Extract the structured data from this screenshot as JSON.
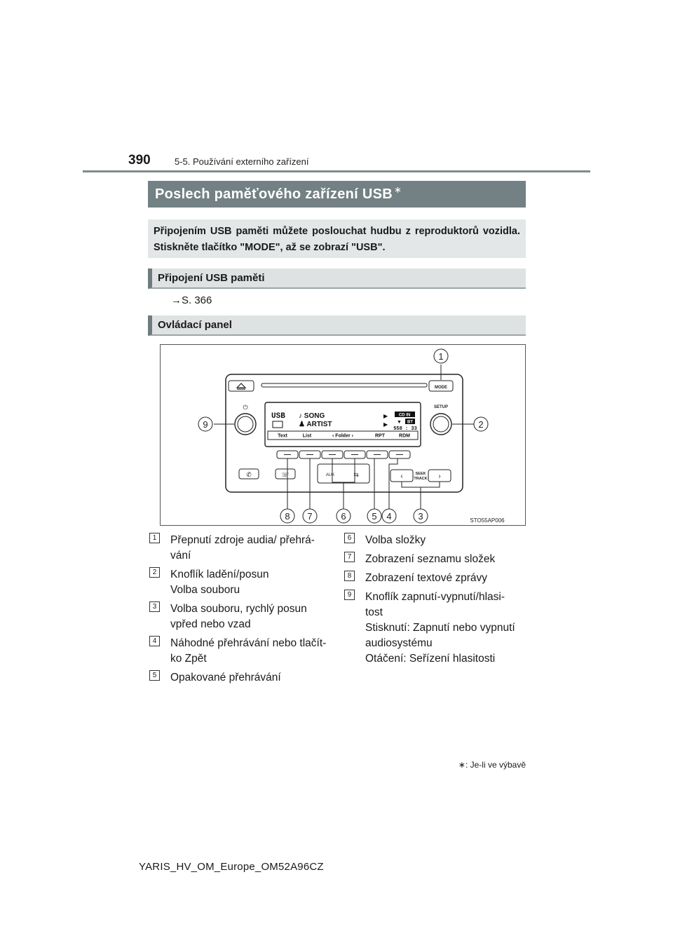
{
  "header": {
    "page_number": "390",
    "section_path": "5-5. Používání externího zařízení"
  },
  "title": {
    "text": "Poslech paměťového zařízení USB",
    "asterisk": "∗"
  },
  "intro": "Připojením USB paměti můžete poslouchat hudbu z reproduktorů vozidla. Stiskněte tlačítko \"MODE\", až se zobrazí \"USB\".",
  "subsections": {
    "connect_heading": "Připojení USB paměti",
    "reference": "→S. 366",
    "panel_heading": "Ovládací panel"
  },
  "panel": {
    "image_code": "STO55AP006",
    "buttons": {
      "mode": "MODE",
      "setup": "SETUP",
      "seek_1": "SEEK",
      "seek_2": "TRACK",
      "aux": "AUX"
    },
    "display": {
      "source": "USB",
      "song": "♪ SONG",
      "artist": "♟ ARTIST",
      "status_1": "CD IN",
      "status_2": "BT",
      "time": "558 : 33",
      "softkeys": [
        "Text",
        "List",
        "‹ Folder ›",
        "RPT",
        "RDM"
      ]
    },
    "callouts": [
      "1",
      "2",
      "3",
      "4",
      "5",
      "6",
      "7",
      "8",
      "9"
    ]
  },
  "legend_left": [
    {
      "num": "1",
      "lines": [
        "Přepnutí zdroje audia/ přehrá-",
        "vání"
      ]
    },
    {
      "num": "2",
      "lines": [
        "Knoflík ladění/posun",
        "Volba souboru"
      ]
    },
    {
      "num": "3",
      "lines": [
        "Volba souboru, rychlý posun",
        "vpřed nebo vzad"
      ]
    },
    {
      "num": "4",
      "lines": [
        "Náhodné přehrávání nebo tlačít-",
        "ko Zpět"
      ]
    },
    {
      "num": "5",
      "lines": [
        "Opakované přehrávání"
      ]
    }
  ],
  "legend_right": [
    {
      "num": "6",
      "lines": [
        "Volba složky"
      ]
    },
    {
      "num": "7",
      "lines": [
        "Zobrazení seznamu složek"
      ]
    },
    {
      "num": "8",
      "lines": [
        "Zobrazení textové zprávy"
      ]
    },
    {
      "num": "9",
      "lines": [
        "Knoflík zapnutí-vypnutí/hlasi-",
        "tost",
        "Stisknutí: Zapnutí nebo vypnutí",
        "audiosystému",
        "Otáčení: Seřízení hlasitosti"
      ]
    }
  ],
  "footnote": "∗: Je-li ve výbavě",
  "footer": "YARIS_HV_OM_Europe_OM52A96CZ"
}
